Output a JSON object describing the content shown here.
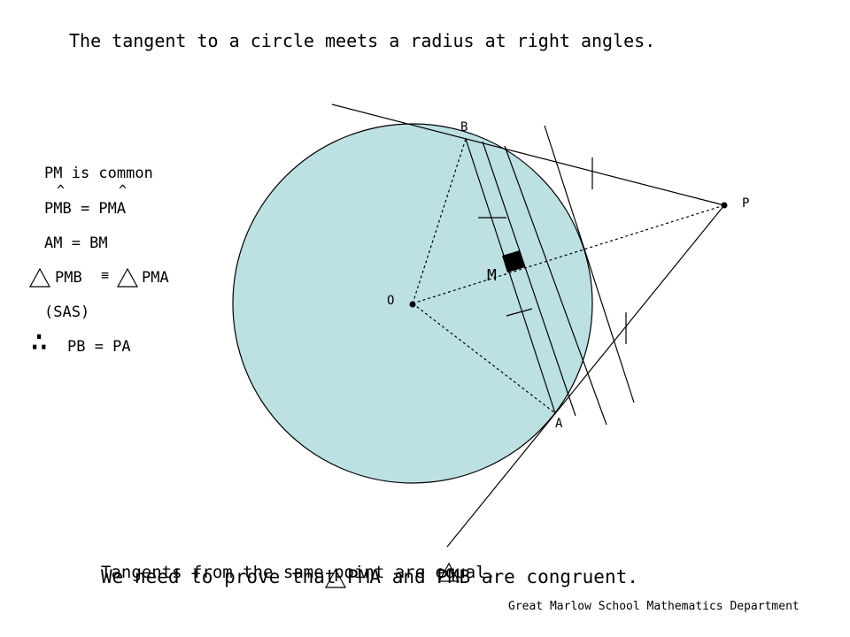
{
  "slide": {
    "title": "The tangent to a circle meets a radius at right angles.",
    "points": {
      "o": "O",
      "a": "A",
      "b": "B",
      "p": "P",
      "m": "M"
    },
    "proof": {
      "line1": "PM is common",
      "line2": "PMB = PMA",
      "line3": "AM = BM",
      "line4_left": "PMB",
      "congruent_symbol": "≡",
      "line4_right": "PMA",
      "line5": "(SAS)",
      "therefore_symbol": "∴",
      "line6": "PB = PA"
    },
    "caption_tangents": "Tangents from the same point are equal.",
    "caption_prove": "We need to prove that  PMA and  PMB are congruent.",
    "footer": "Great Marlow School Mathematics Department"
  },
  "colors": {
    "circle_fill": "#bde0e3",
    "line": "#000000",
    "background": "#ffffff"
  }
}
